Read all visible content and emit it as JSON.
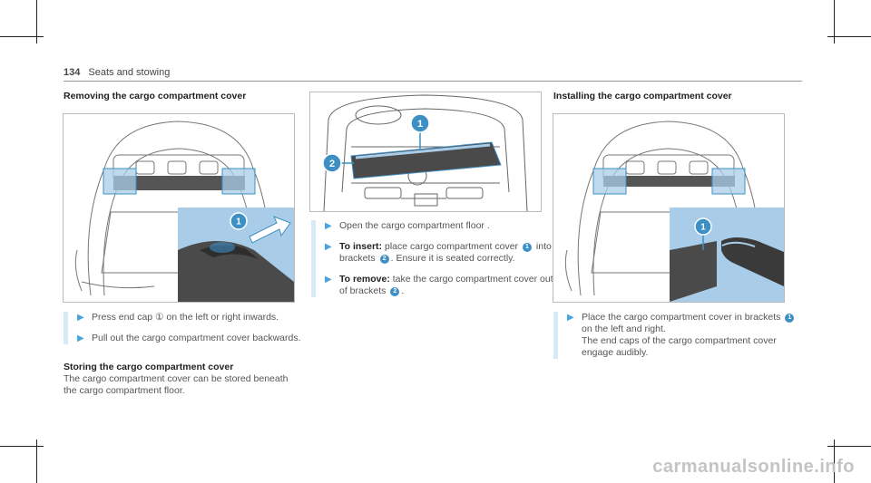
{
  "header": {
    "page_number": "134",
    "section": "Seats and stowing"
  },
  "sections": {
    "removing": {
      "title": "Removing the cargo compartment cover",
      "steps": [
        "Press end cap ① on the left or right inwards.",
        "Pull out the cargo compartment cover backwards."
      ],
      "callouts": [
        "1"
      ]
    },
    "storing": {
      "title": "Storing the cargo compartment cover",
      "text": "The cargo compartment cover can be stored beneath the cargo compartment floor."
    },
    "middle": {
      "step1": "Open the cargo compartment floor .",
      "step2_label": "To insert:",
      "step2_a": "place cargo compartment cover",
      "step2_b": "into brackets",
      "step2_c": ". Ensure it is seated correctly.",
      "step3_label": "To remove:",
      "step3_a": "take the cargo compartment cover out of brackets",
      "step3_b": ".",
      "callouts": [
        "1",
        "2"
      ]
    },
    "installing": {
      "title": "Installing the cargo compartment cover",
      "step1_a": "Place the cargo compartment cover in brackets",
      "step1_b": "on the left and right.",
      "step1_c": "The end caps of the cargo compartment cover engage audibly.",
      "callouts": [
        "1"
      ]
    }
  },
  "watermark": "carmanualsonline.info",
  "colors": {
    "highlight": "#a9cde8",
    "badge": "#3d8fc4",
    "arrow": "#4aa3df"
  }
}
